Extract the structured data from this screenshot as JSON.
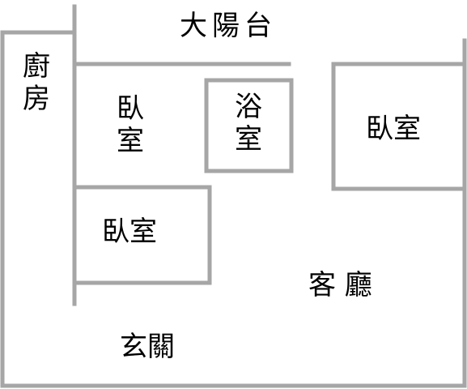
{
  "floor_plan": {
    "colors": {
      "wall": "#a6a6a6",
      "text": "#000000",
      "background": "#ffffff"
    },
    "rooms": {
      "balcony": "大陽台",
      "kitchen": [
        "廚",
        "房"
      ],
      "bedroom_top_left": [
        "臥",
        "室"
      ],
      "bathroom": [
        "浴",
        "室"
      ],
      "bedroom_right": "臥室",
      "bedroom_middle": "臥室",
      "living_room": "客 廳",
      "entrance": "玄關"
    }
  }
}
